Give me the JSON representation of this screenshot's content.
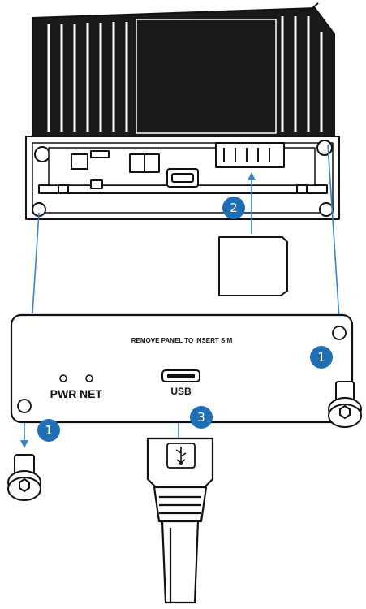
{
  "panel": {
    "caption": "REMOVE PANEL TO INSERT SIM",
    "led_labels": [
      "PWR",
      "NET"
    ],
    "port_label": "USB"
  },
  "steps": [
    {
      "number": "1",
      "target": "left-screw"
    },
    {
      "number": "1",
      "target": "right-screw"
    },
    {
      "number": "2",
      "target": "sim-card"
    },
    {
      "number": "3",
      "target": "usb-cable"
    }
  ],
  "colors": {
    "step_badge": "#1f6fb6",
    "guide_line": "#3a82c4",
    "line_art": "#111111"
  },
  "icons": [
    "usb-icon",
    "hex-socket-screw-icon",
    "sim-card-icon"
  ]
}
